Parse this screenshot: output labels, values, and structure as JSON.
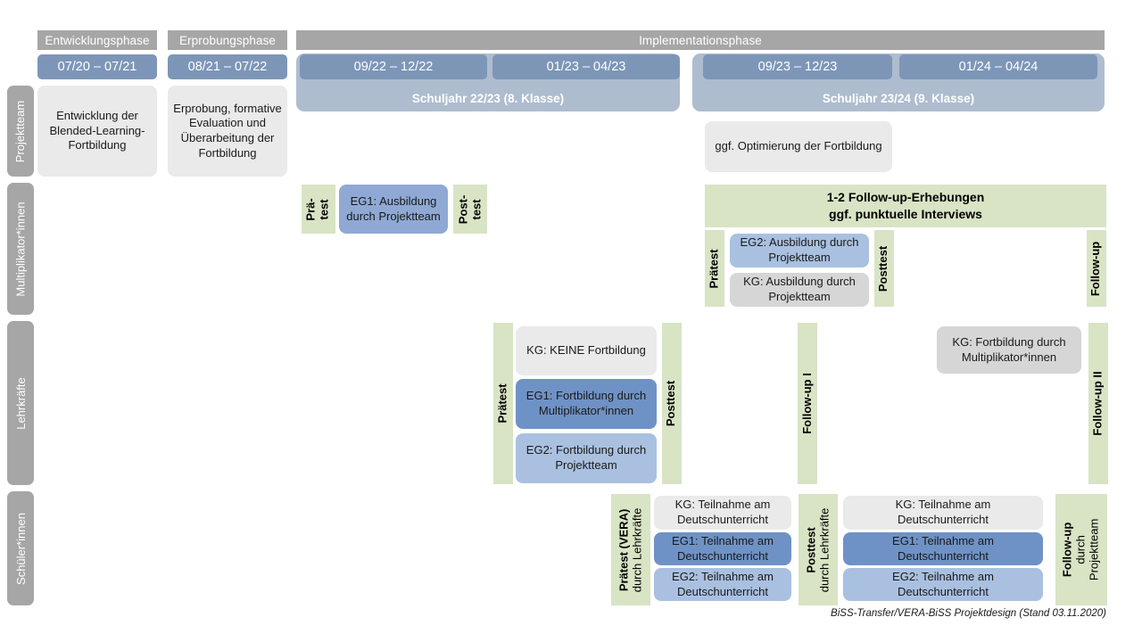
{
  "footer": "BiSS-Transfer/VERA-BiSS Projektdesign (Stand 03.11.2020)",
  "colors": {
    "phase_header": "#a6a6a6",
    "date_bar": "#7d96b8",
    "year_band": "#aebccf",
    "role_label": "#a6a6a6",
    "green": "#d8e4c4",
    "gray_box": "#eaeaea",
    "gray_box_dark": "#d6d6d6",
    "blue_dark": "#6f92c6",
    "blue_light": "#a9c0e0",
    "blue_mid": "#8fa9d4"
  },
  "phases": [
    {
      "name": "Entwicklungsphase"
    },
    {
      "name": "Erprobungsphase"
    },
    {
      "name": "Implementationsphase"
    }
  ],
  "periods": [
    {
      "label": "07/20 – 07/21"
    },
    {
      "label": "08/21 – 07/22"
    },
    {
      "label": "09/22 – 12/22"
    },
    {
      "label": "01/23 – 04/23"
    },
    {
      "label": "09/23 – 12/23"
    },
    {
      "label": "01/24 – 04/24"
    }
  ],
  "school_years": [
    {
      "label": "Schuljahr 22/23 (8. Klasse)"
    },
    {
      "label": "Schuljahr 23/24 (9. Klasse)"
    }
  ],
  "roles": [
    {
      "label": "Projektteam"
    },
    {
      "label": "Multiplikator*innen"
    },
    {
      "label": "Lehrkräfte"
    },
    {
      "label": "Schüler*innen"
    }
  ],
  "projektteam": {
    "entwicklung": "Entwicklung der Blended-Learning-Fortbildung",
    "erprobung": "Erprobung, formative Evaluation und Überarbeitung der Fortbildung",
    "optimierung": "ggf. Optimierung der Fortbildung"
  },
  "multiplikatoren": {
    "praetest_line1": "Prä-",
    "praetest_line2": "test",
    "posttest_line1": "Post-",
    "posttest_line2": "test",
    "eg1": "EG1: Ausbildung durch Projektteam",
    "followup_banner_line1": "1-2 Follow-up-Erhebungen",
    "followup_banner_line2": "ggf. punktuelle Interviews",
    "praetest2": "Prätest",
    "posttest2": "Posttest",
    "eg2": "EG2: Ausbildung durch Projektteam",
    "kg": "KG: Ausbildung durch Projektteam",
    "followup": "Follow-up"
  },
  "lehrkraefte": {
    "praetest": "Prätest",
    "posttest": "Posttest",
    "kg": "KG:  KEINE Fortbildung",
    "eg1": "EG1: Fortbildung durch Multiplikator*innen",
    "eg2": "EG2: Fortbildung durch Projektteam",
    "followup1": "Follow-up I",
    "followup2": "Follow-up II",
    "kg_followup": "KG: Fortbildung durch Multiplikator*innen"
  },
  "schueler": {
    "praetest_main": "Prätest (VERA)",
    "praetest_sub": "durch Lehrkräfte",
    "posttest_main": "Posttest",
    "posttest_sub": "durch Lehrkräfte",
    "followup_main": "Follow-up",
    "followup_sub1": "durch",
    "followup_sub2": "Projektteam",
    "left_group": [
      {
        "label": "KG: Teilnahme am Deutschunterricht",
        "style": "gray"
      },
      {
        "label": "EG1: Teilnahme am Deutschunterricht",
        "style": "blue-dark"
      },
      {
        "label": "EG2: Teilnahme am Deutschunterricht",
        "style": "blue-light"
      }
    ],
    "right_group": [
      {
        "label": "KG: Teilnahme am Deutschunterricht",
        "style": "gray"
      },
      {
        "label": "EG1: Teilnahme am Deutschunterricht",
        "style": "blue-dark"
      },
      {
        "label": "EG2: Teilnahme am Deutschunterricht",
        "style": "blue-light"
      }
    ]
  }
}
